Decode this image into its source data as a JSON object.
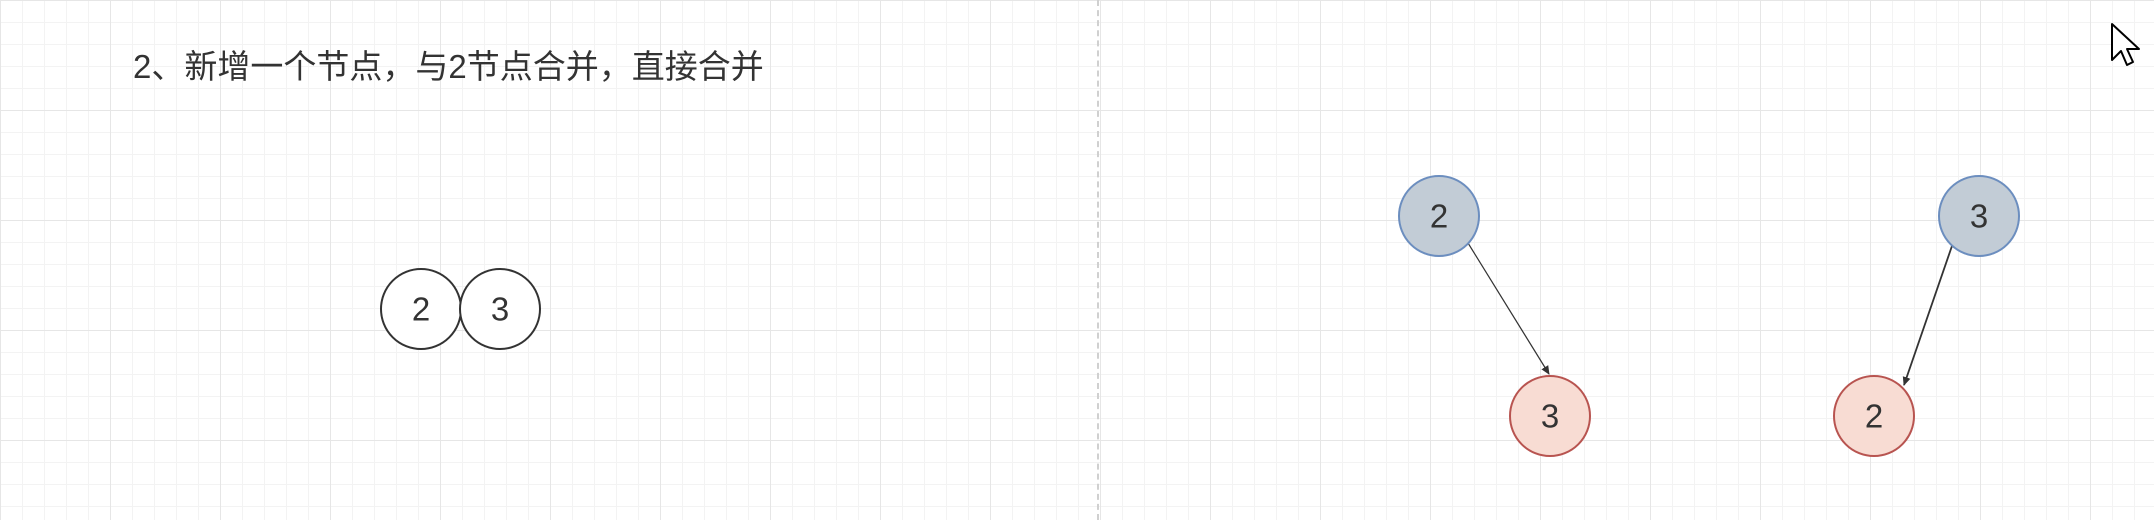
{
  "title": "2、新增一个节点，与2节点合并，直接合并",
  "left_nodes": [
    "2",
    "3"
  ],
  "tree_a": {
    "root": "2",
    "child": "3"
  },
  "tree_b": {
    "root": "3",
    "child": "2"
  },
  "colors": {
    "root_fill": "#c2ccd6",
    "root_stroke": "#6c8ebf",
    "child_fill": "#f8dcd3",
    "child_stroke": "#b85450",
    "plain_fill": "#ffffff",
    "plain_stroke": "#333333",
    "edge": "#333333"
  }
}
